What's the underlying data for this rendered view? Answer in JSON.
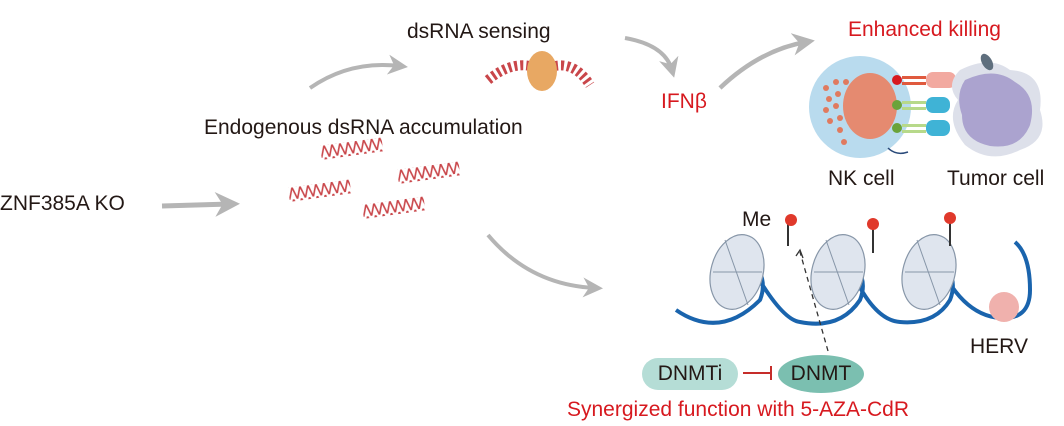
{
  "labels": {
    "knockout": "ZNF385A KO",
    "accumulation": "Endogenous dsRNA accumulation",
    "sensing": "dsRNA sensing",
    "ifn": "IFNβ",
    "killing": "Enhanced killing",
    "nk_cell": "NK cell",
    "tumor_cell": "Tumor cell",
    "methyl": "Me",
    "herv": "HERV",
    "dnmti": "DNMTi",
    "dnmt": "DNMT",
    "synergy": "Synergized function with 5-AZA-CdR"
  },
  "colors": {
    "text": "#231815",
    "highlight_red": "#d7191f",
    "arrow_gray": "#b5b5b5",
    "dsrna_red": "#c9464a",
    "sensor_orange": "#e8a863",
    "nk_cytoplasm": "#b9dbee",
    "nk_nucleus": "#e58a70",
    "tumor_body": "#aba3cf",
    "dna_blue": "#1a64ad",
    "methyl_red": "#e0392b",
    "herv_pink": "#f0b1ad",
    "dnmti_fill": "#b5ddd6",
    "dnmt_fill": "#7bbfb0",
    "inhibit_red": "#c62d2a"
  }
}
